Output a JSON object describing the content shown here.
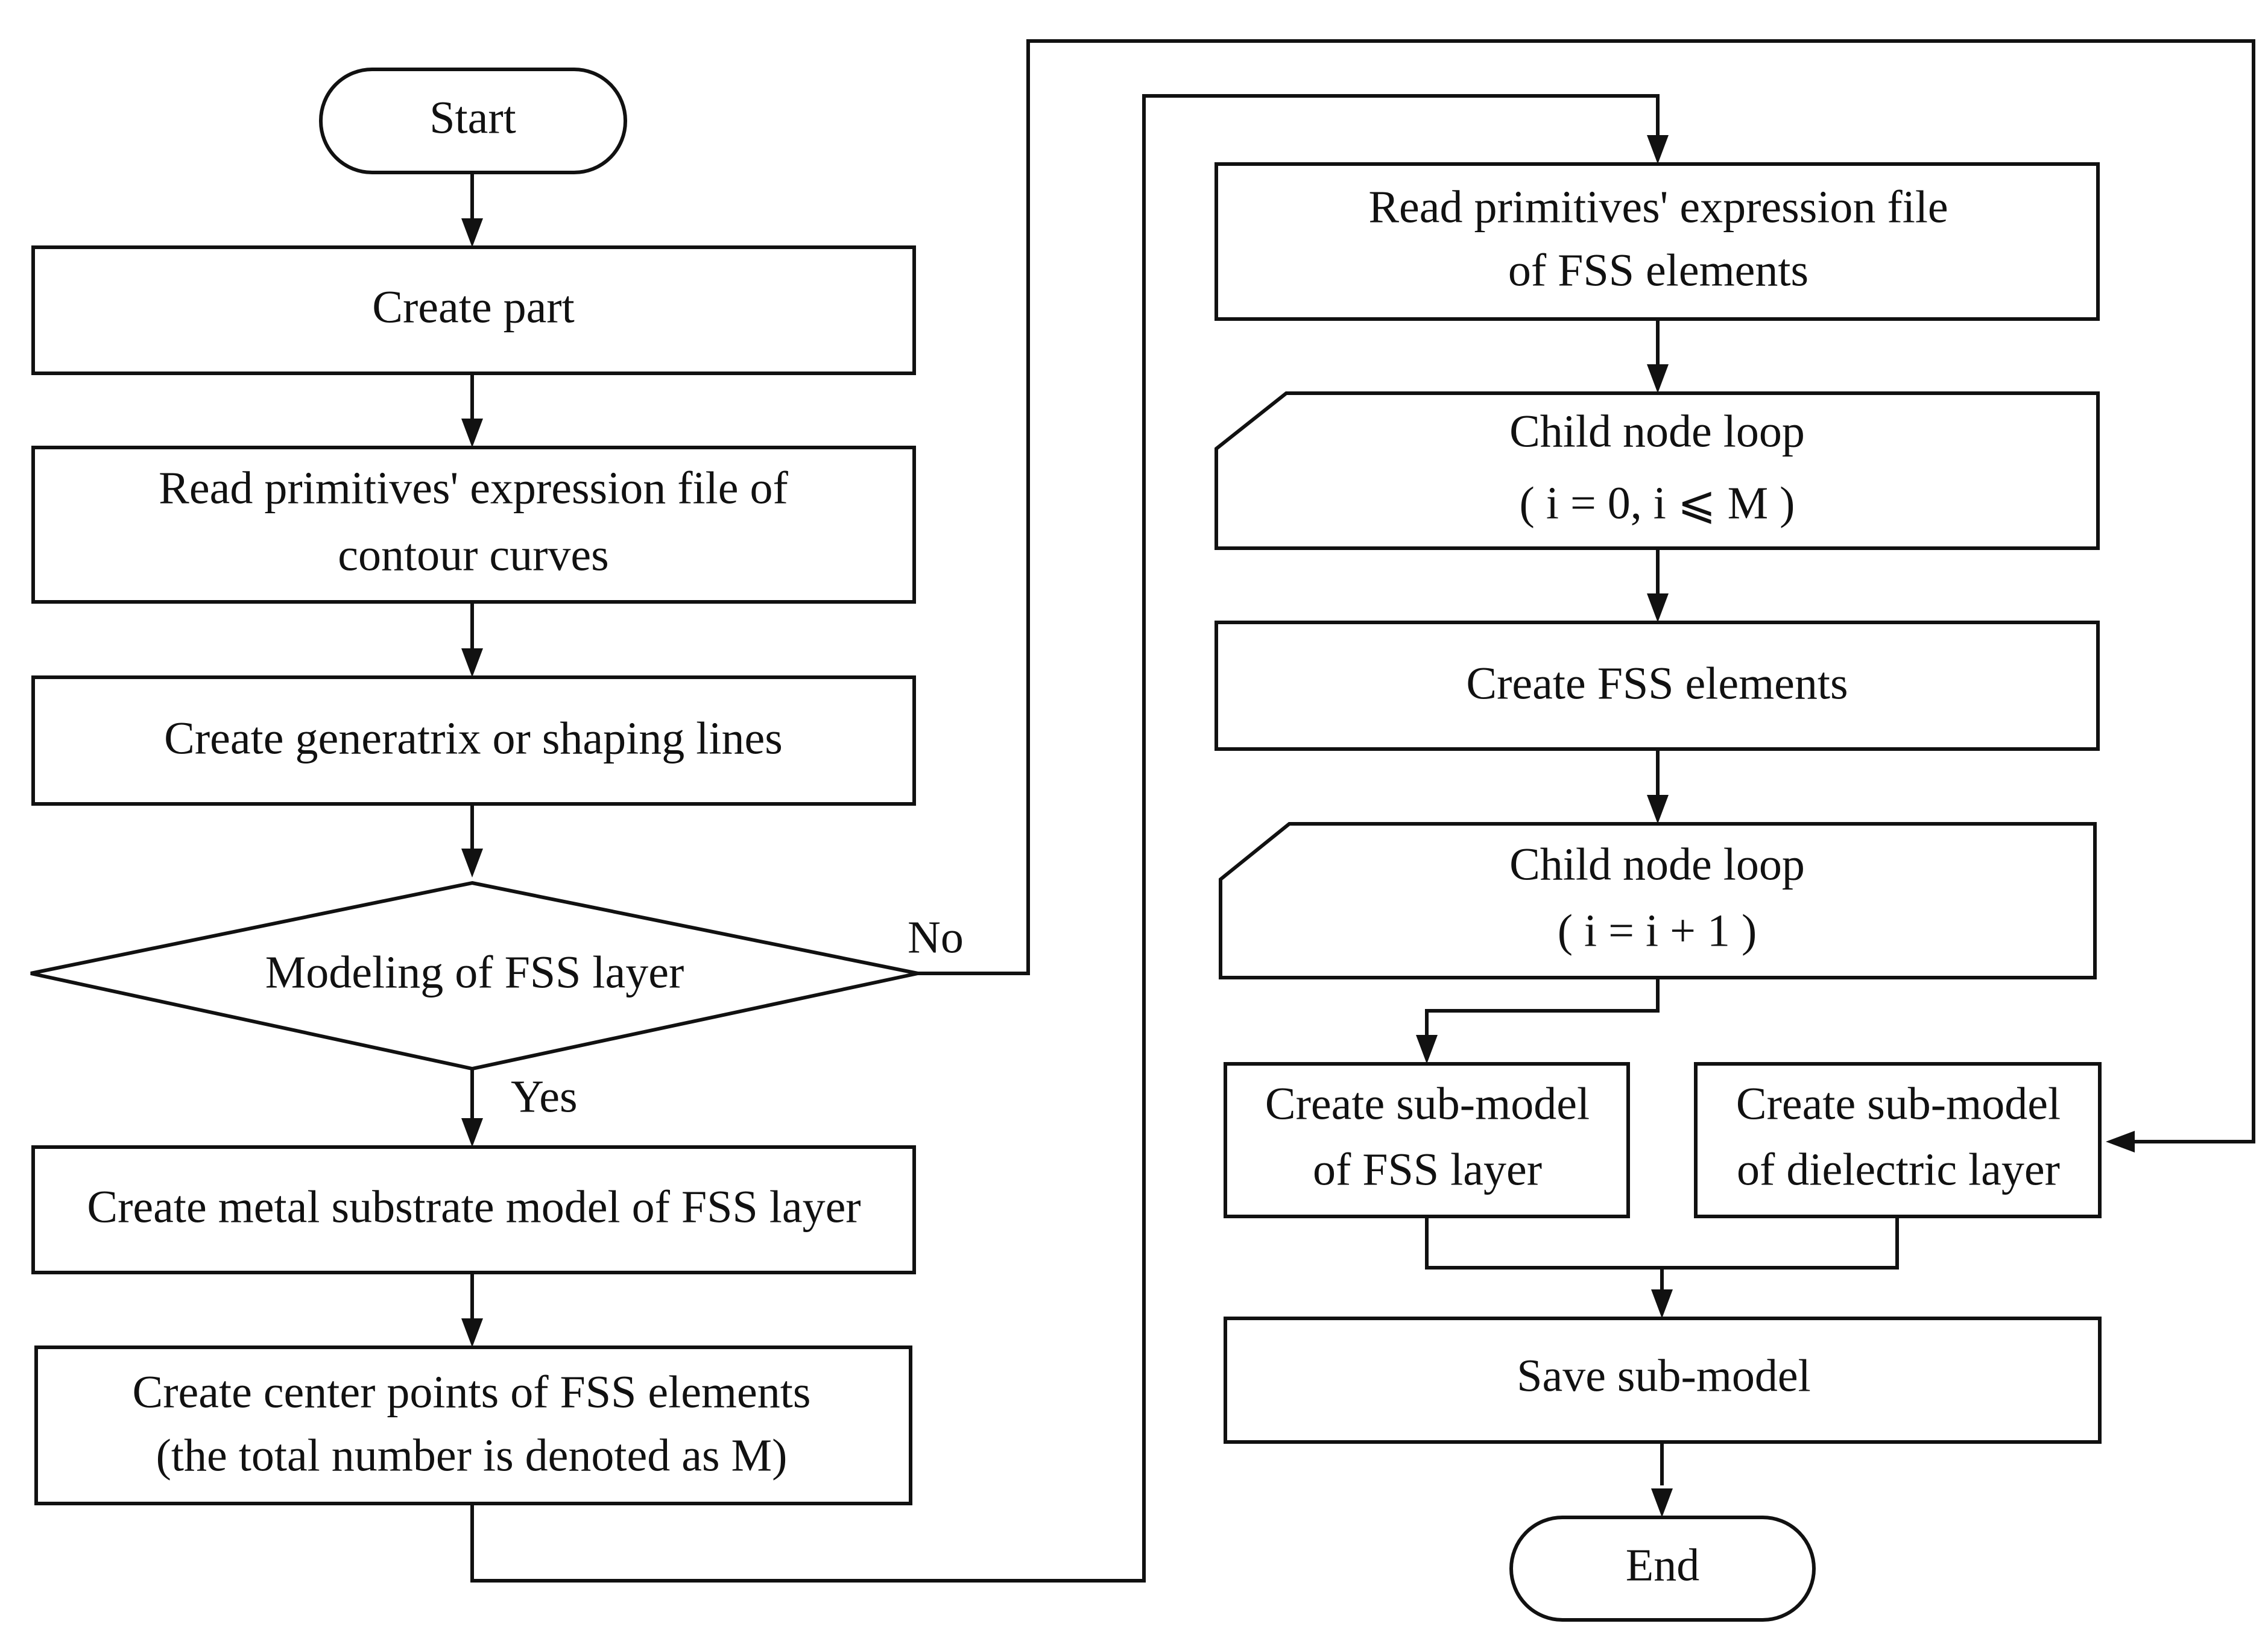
{
  "flowchart": {
    "start": "Start",
    "create_part": "Create part",
    "read_contour": [
      "Read primitives'  expression file of",
      "contour curves"
    ],
    "create_generatrix": "Create generatrix or shaping lines",
    "decision": "Modeling of FSS layer",
    "label_no": "No",
    "label_yes": "Yes",
    "metal_substrate": "Create metal substrate model of FSS layer",
    "center_points": [
      "Create center points of FSS elements",
      "(the total number is denoted as M)"
    ],
    "read_fss": [
      "Read primitives'  expression file",
      "of FSS elements"
    ],
    "loop_start": [
      "Child node loop",
      "( i = 0, i ⩽ M )"
    ],
    "create_fss_elements": "Create FSS elements",
    "loop_end": [
      "Child node loop",
      "( i = i + 1 )"
    ],
    "submodel_fss": [
      "Create sub-model",
      "of FSS layer"
    ],
    "submodel_dielectric": [
      "Create sub-model",
      "of dielectric layer"
    ],
    "save": "Save sub-model",
    "end": "End"
  }
}
